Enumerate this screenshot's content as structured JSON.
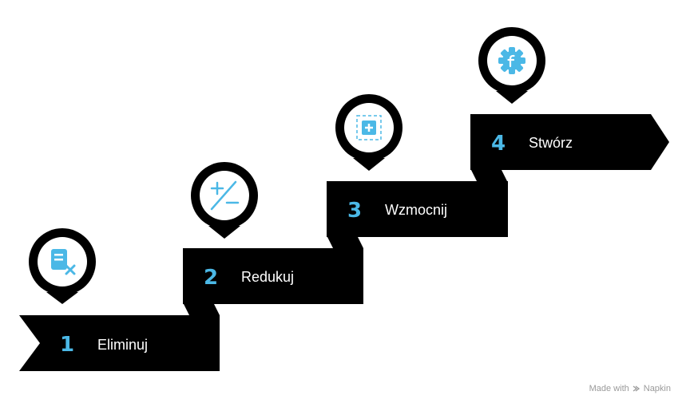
{
  "steps": [
    {
      "number": "1",
      "label": "Eliminuj",
      "icon": "document-x-icon"
    },
    {
      "number": "2",
      "label": "Redukuj",
      "icon": "plus-minus-icon"
    },
    {
      "number": "3",
      "label": "Wzmocnij",
      "icon": "plus-square-icon"
    },
    {
      "number": "4",
      "label": "Stwórz",
      "icon": "gear-f-icon"
    }
  ],
  "colors": {
    "accent": "#4bb8e6",
    "block": "#000000",
    "text": "#ffffff"
  },
  "watermark": {
    "prefix": "Made with",
    "brand": "Napkin"
  }
}
